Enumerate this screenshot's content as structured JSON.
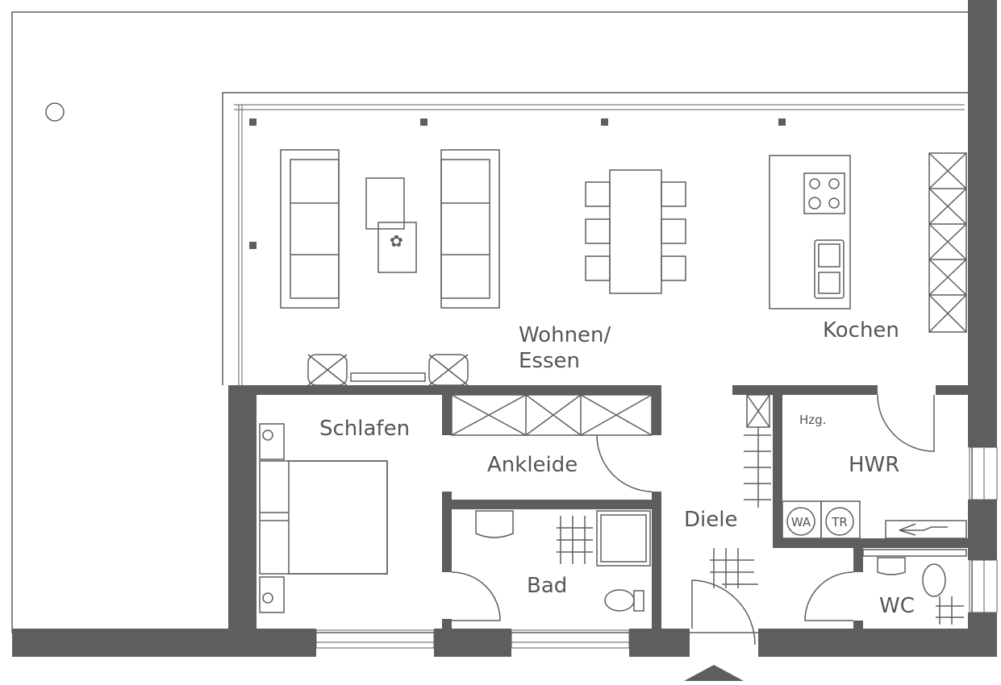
{
  "plan": {
    "rooms": {
      "wohnen_line1": "Wohnen/",
      "wohnen_line2": "Essen",
      "kochen": "Kochen",
      "schlafen": "Schlafen",
      "ankleide": "Ankleide",
      "diele": "Diele",
      "bad": "Bad",
      "hwr": "HWR",
      "wc": "WC"
    },
    "labels": {
      "heating": "Hzg.",
      "washer": "WA",
      "dryer": "TR"
    },
    "colors": {
      "wall": "#5e5e5e",
      "line": "#5e5e5e"
    }
  }
}
